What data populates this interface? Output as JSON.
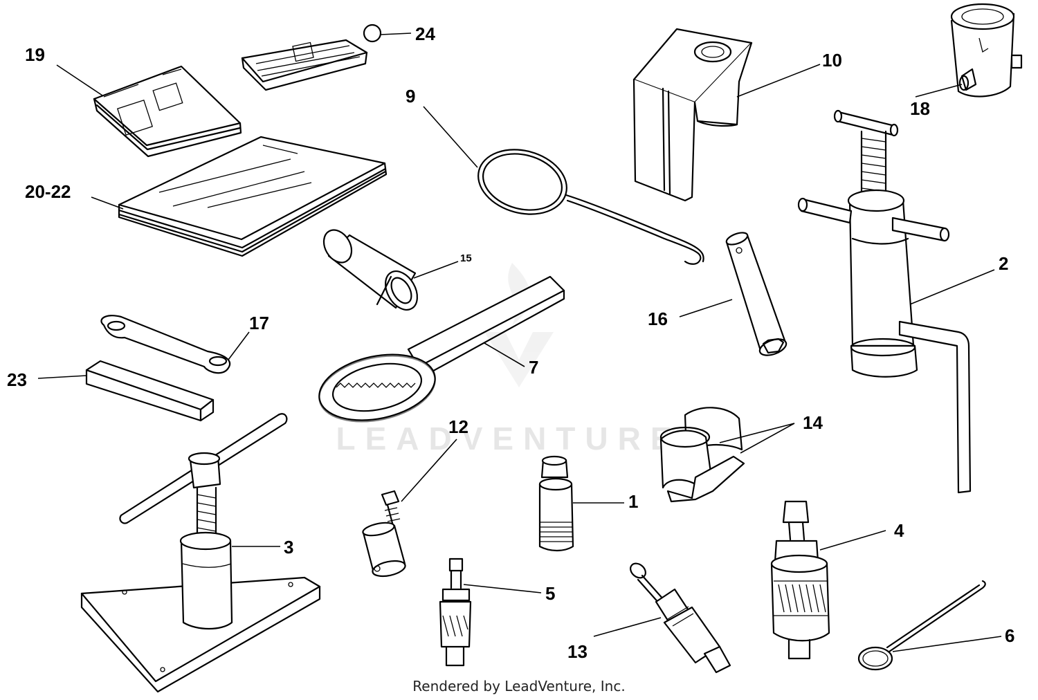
{
  "diagram": {
    "callouts": {
      "c19": "19",
      "c24": "24",
      "c9": "9",
      "c10": "10",
      "c18": "18",
      "c20_22": "20-22",
      "c2": "2",
      "c15": "15",
      "c16": "16",
      "c17": "17",
      "c23": "23",
      "c7": "7",
      "c12": "12",
      "c14": "14",
      "c1": "1",
      "c3": "3",
      "c4": "4",
      "c5": "5",
      "c13": "13",
      "c6": "6"
    },
    "watermark": "LEADVENTURE",
    "footer": "Rendered by LeadVenture, Inc."
  }
}
